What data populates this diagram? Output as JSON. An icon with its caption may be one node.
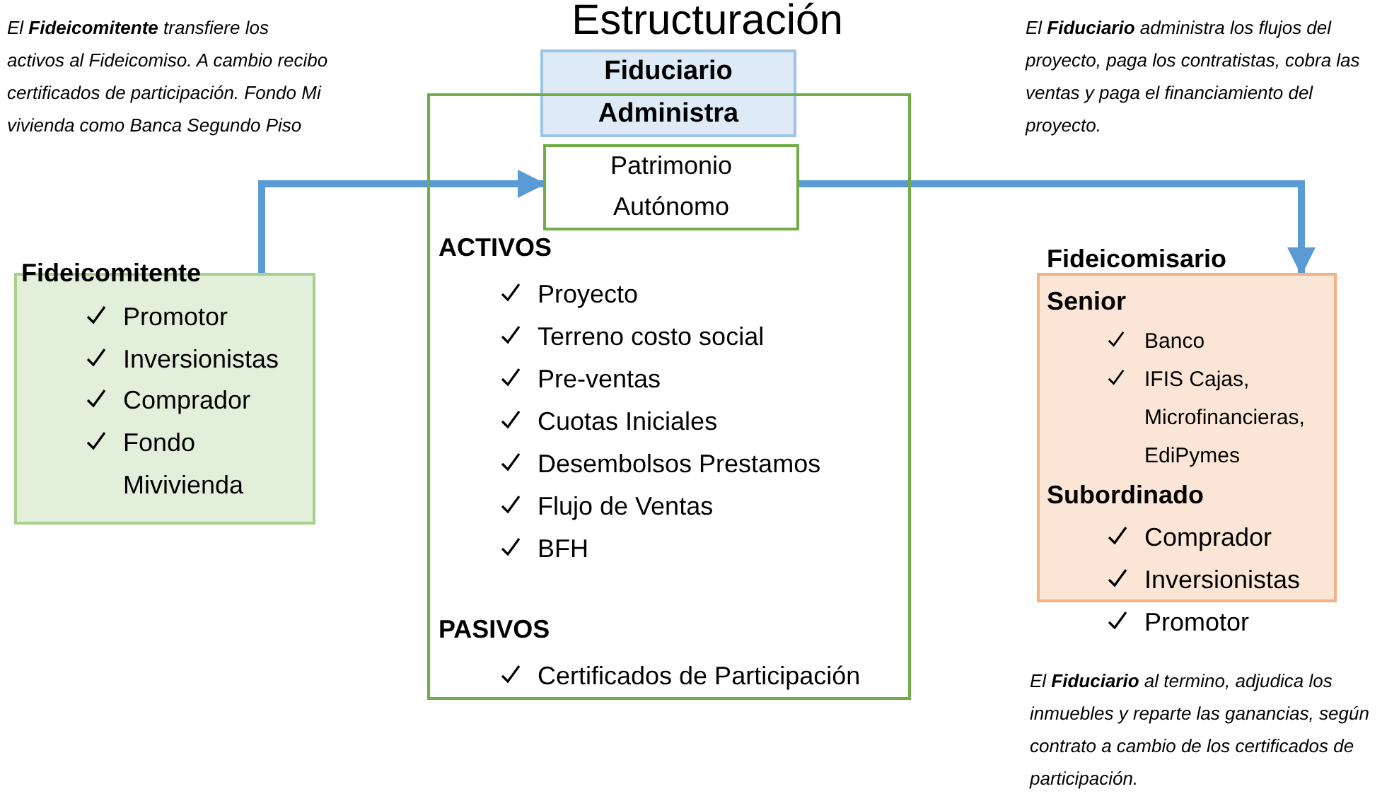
{
  "diagram": {
    "title": "Estructuración",
    "nodes": [
      {
        "text": [
          "Fideicomitente",
          "Promotor",
          "Inversionistas",
          "Comprador",
          "Fondo Mivivienda"
        ]
      },
      {
        "text": [
          "Fiduciario Administra"
        ]
      },
      {
        "text": [
          "ACTIVOS",
          "Proyecto",
          "Terreno costo social",
          "Pre-ventas",
          "Cuotas Iniciales",
          "Desembolsos Prestamos",
          "Flujo de Ventas",
          "BFH",
          "PASIVOS",
          "Certificados de Participación"
        ]
      },
      {
        "text": [
          "Patrimonio Autónomo"
        ],
        "in": 2
      },
      {
        "text": [
          "Fideicomisario",
          "Senior",
          "Banco",
          "IFIS Cajas, Microfinancieras, EdiPymes",
          "Subordinado",
          "Comprador",
          "Inversionistas",
          "Promotor"
        ]
      }
    ],
    "edges": [
      {
        "from": 0,
        "to": 3,
        "arrow": "to"
      },
      {
        "from": 3,
        "to": 4,
        "arrow": "to"
      }
    ],
    "labels": [
      "El **Fideicomitente** transfiere los activos al Fideicomiso. A cambio recibo certificados de participación. Fondo Mi vivienda como Banca Segundo Piso",
      "El **Fiduciario** administra los flujos del proyecto, paga los contratistas, cobra las ventas y paga el financiamiento del proyecto.",
      "El **Fiduciario** al termino, adjudica los inmuebles y reparte las ganancias, según contrato a cambio de los certificados de participación."
    ]
  }
}
